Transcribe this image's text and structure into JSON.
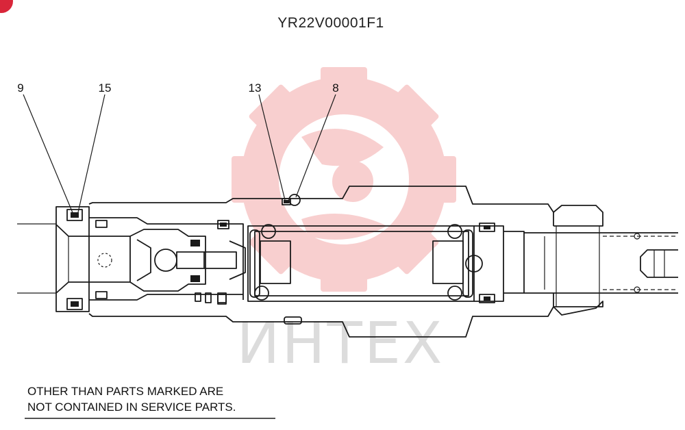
{
  "header": {
    "drawing_code": "YR22V00001F1"
  },
  "callouts": [
    {
      "id": "9",
      "label": "9"
    },
    {
      "id": "15",
      "label": "15"
    },
    {
      "id": "13",
      "label": "13"
    },
    {
      "id": "8",
      "label": "8"
    }
  ],
  "note": {
    "line1": "OTHER THAN PARTS MARKED ARE",
    "line2": "NOT CONTAINED IN SERVICE PARTS."
  },
  "watermark": {
    "text": "ИНТЕХ",
    "color": "#f4b6b6"
  },
  "badge": {
    "color": "#d9263a"
  },
  "colors": {
    "line": "#1a1a1a",
    "watermark_gear": "#f6c6c6",
    "watermark_text": "#dcdcdc"
  }
}
